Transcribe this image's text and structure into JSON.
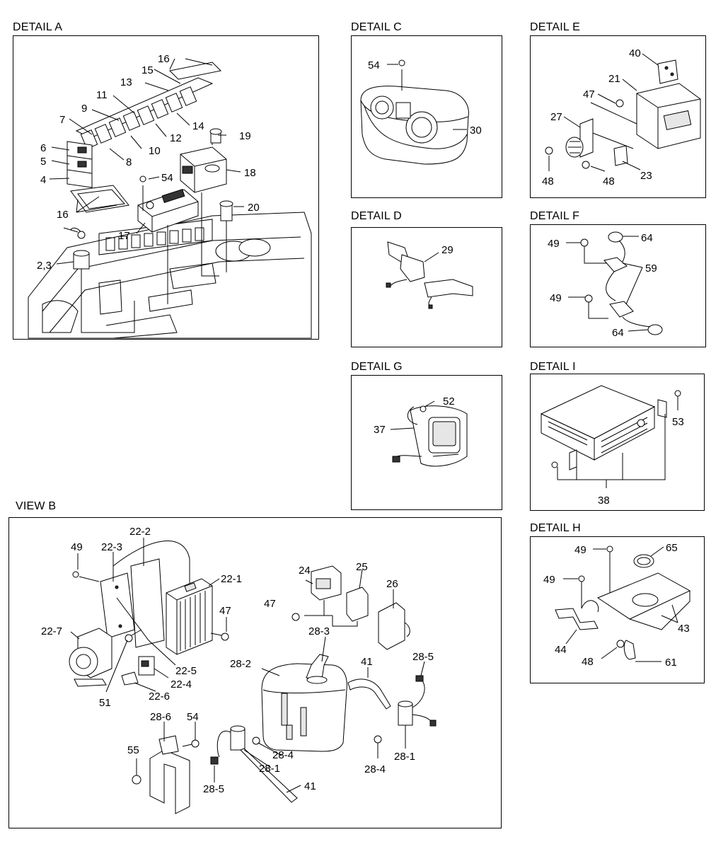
{
  "sections": {
    "detail_a": "DETAIL A",
    "detail_c": "DETAIL C",
    "detail_e": "DETAIL E",
    "detail_d": "DETAIL D",
    "detail_f": "DETAIL F",
    "detail_g": "DETAIL G",
    "detail_i": "DETAIL I",
    "detail_h": "DETAIL H",
    "view_b": "VIEW B"
  },
  "labels": {
    "a16a": "16",
    "a15": "15",
    "a13": "13",
    "a11": "11",
    "a9": "9",
    "a7": "7",
    "a14": "14",
    "a12": "12",
    "a10": "10",
    "a8": "8",
    "a19": "19",
    "a6": "6",
    "a5": "5",
    "a4": "4",
    "a54": "54",
    "a18": "18",
    "a20": "20",
    "a16b": "16",
    "a17": "17",
    "a23": "2,3",
    "c54": "54",
    "c30": "30",
    "e40": "40",
    "e21": "21",
    "e47": "47",
    "e27": "27",
    "e48a": "48",
    "e48b": "48",
    "e23": "23",
    "d29": "29",
    "f49a": "49",
    "f64a": "64",
    "f59": "59",
    "f49b": "49",
    "f64b": "64",
    "g52": "52",
    "g37": "37",
    "i53": "53",
    "i38": "38",
    "h49a": "49",
    "h65": "65",
    "h49b": "49",
    "h43": "43",
    "h44": "44",
    "h48": "48",
    "h61": "61",
    "b49": "49",
    "b22_3": "22-3",
    "b22_2": "22-2",
    "b22_1": "22-1",
    "b47": "47",
    "b22_7": "22-7",
    "b51": "51",
    "b22_5": "22-5",
    "b22_4": "22-4",
    "b22_6": "22-6",
    "b24": "24",
    "b25": "25",
    "b26": "26",
    "b47b": "47",
    "b28_3": "28-3",
    "b28_2": "28-2",
    "b41a": "41",
    "b28_5a": "28-5",
    "b28_1a": "28-1",
    "b28_4a": "28-4",
    "b28_4b": "28-4",
    "b28_1b": "28-1",
    "b28_6": "28-6",
    "b54": "54",
    "b55": "55",
    "b28_5b": "28-5",
    "b41b": "41"
  }
}
